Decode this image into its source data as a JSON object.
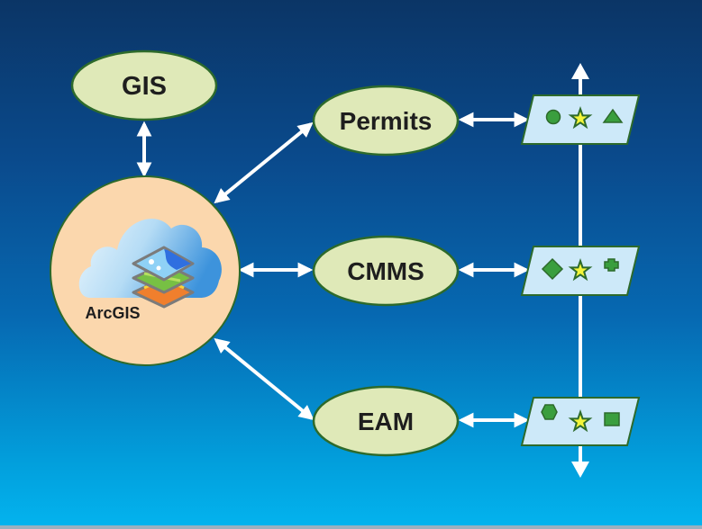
{
  "diagram": {
    "hub": {
      "label": "ArcGIS",
      "icon": "cloud-layers-icon"
    },
    "top_node": {
      "label": "GIS"
    },
    "nodes": [
      {
        "id": "permits",
        "label": "Permits"
      },
      {
        "id": "cmms",
        "label": "CMMS"
      },
      {
        "id": "eam",
        "label": "EAM"
      }
    ],
    "feature_layers": [
      {
        "id": "permits",
        "symbols": [
          "circle",
          "star",
          "triangle"
        ]
      },
      {
        "id": "cmms",
        "symbols": [
          "diamond",
          "star",
          "cross"
        ]
      },
      {
        "id": "eam",
        "symbols": [
          "hexagon",
          "star",
          "square"
        ]
      }
    ],
    "colors": {
      "node_fill": "#dfe9b8",
      "node_stroke": "#2d6a2b",
      "hub_fill": "#fbd7ad",
      "layer_fill": "#cde9f9",
      "symbol_fill": "#3a9e3e",
      "star_fill": "#f4f53a",
      "arrow": "#ffffff"
    }
  }
}
